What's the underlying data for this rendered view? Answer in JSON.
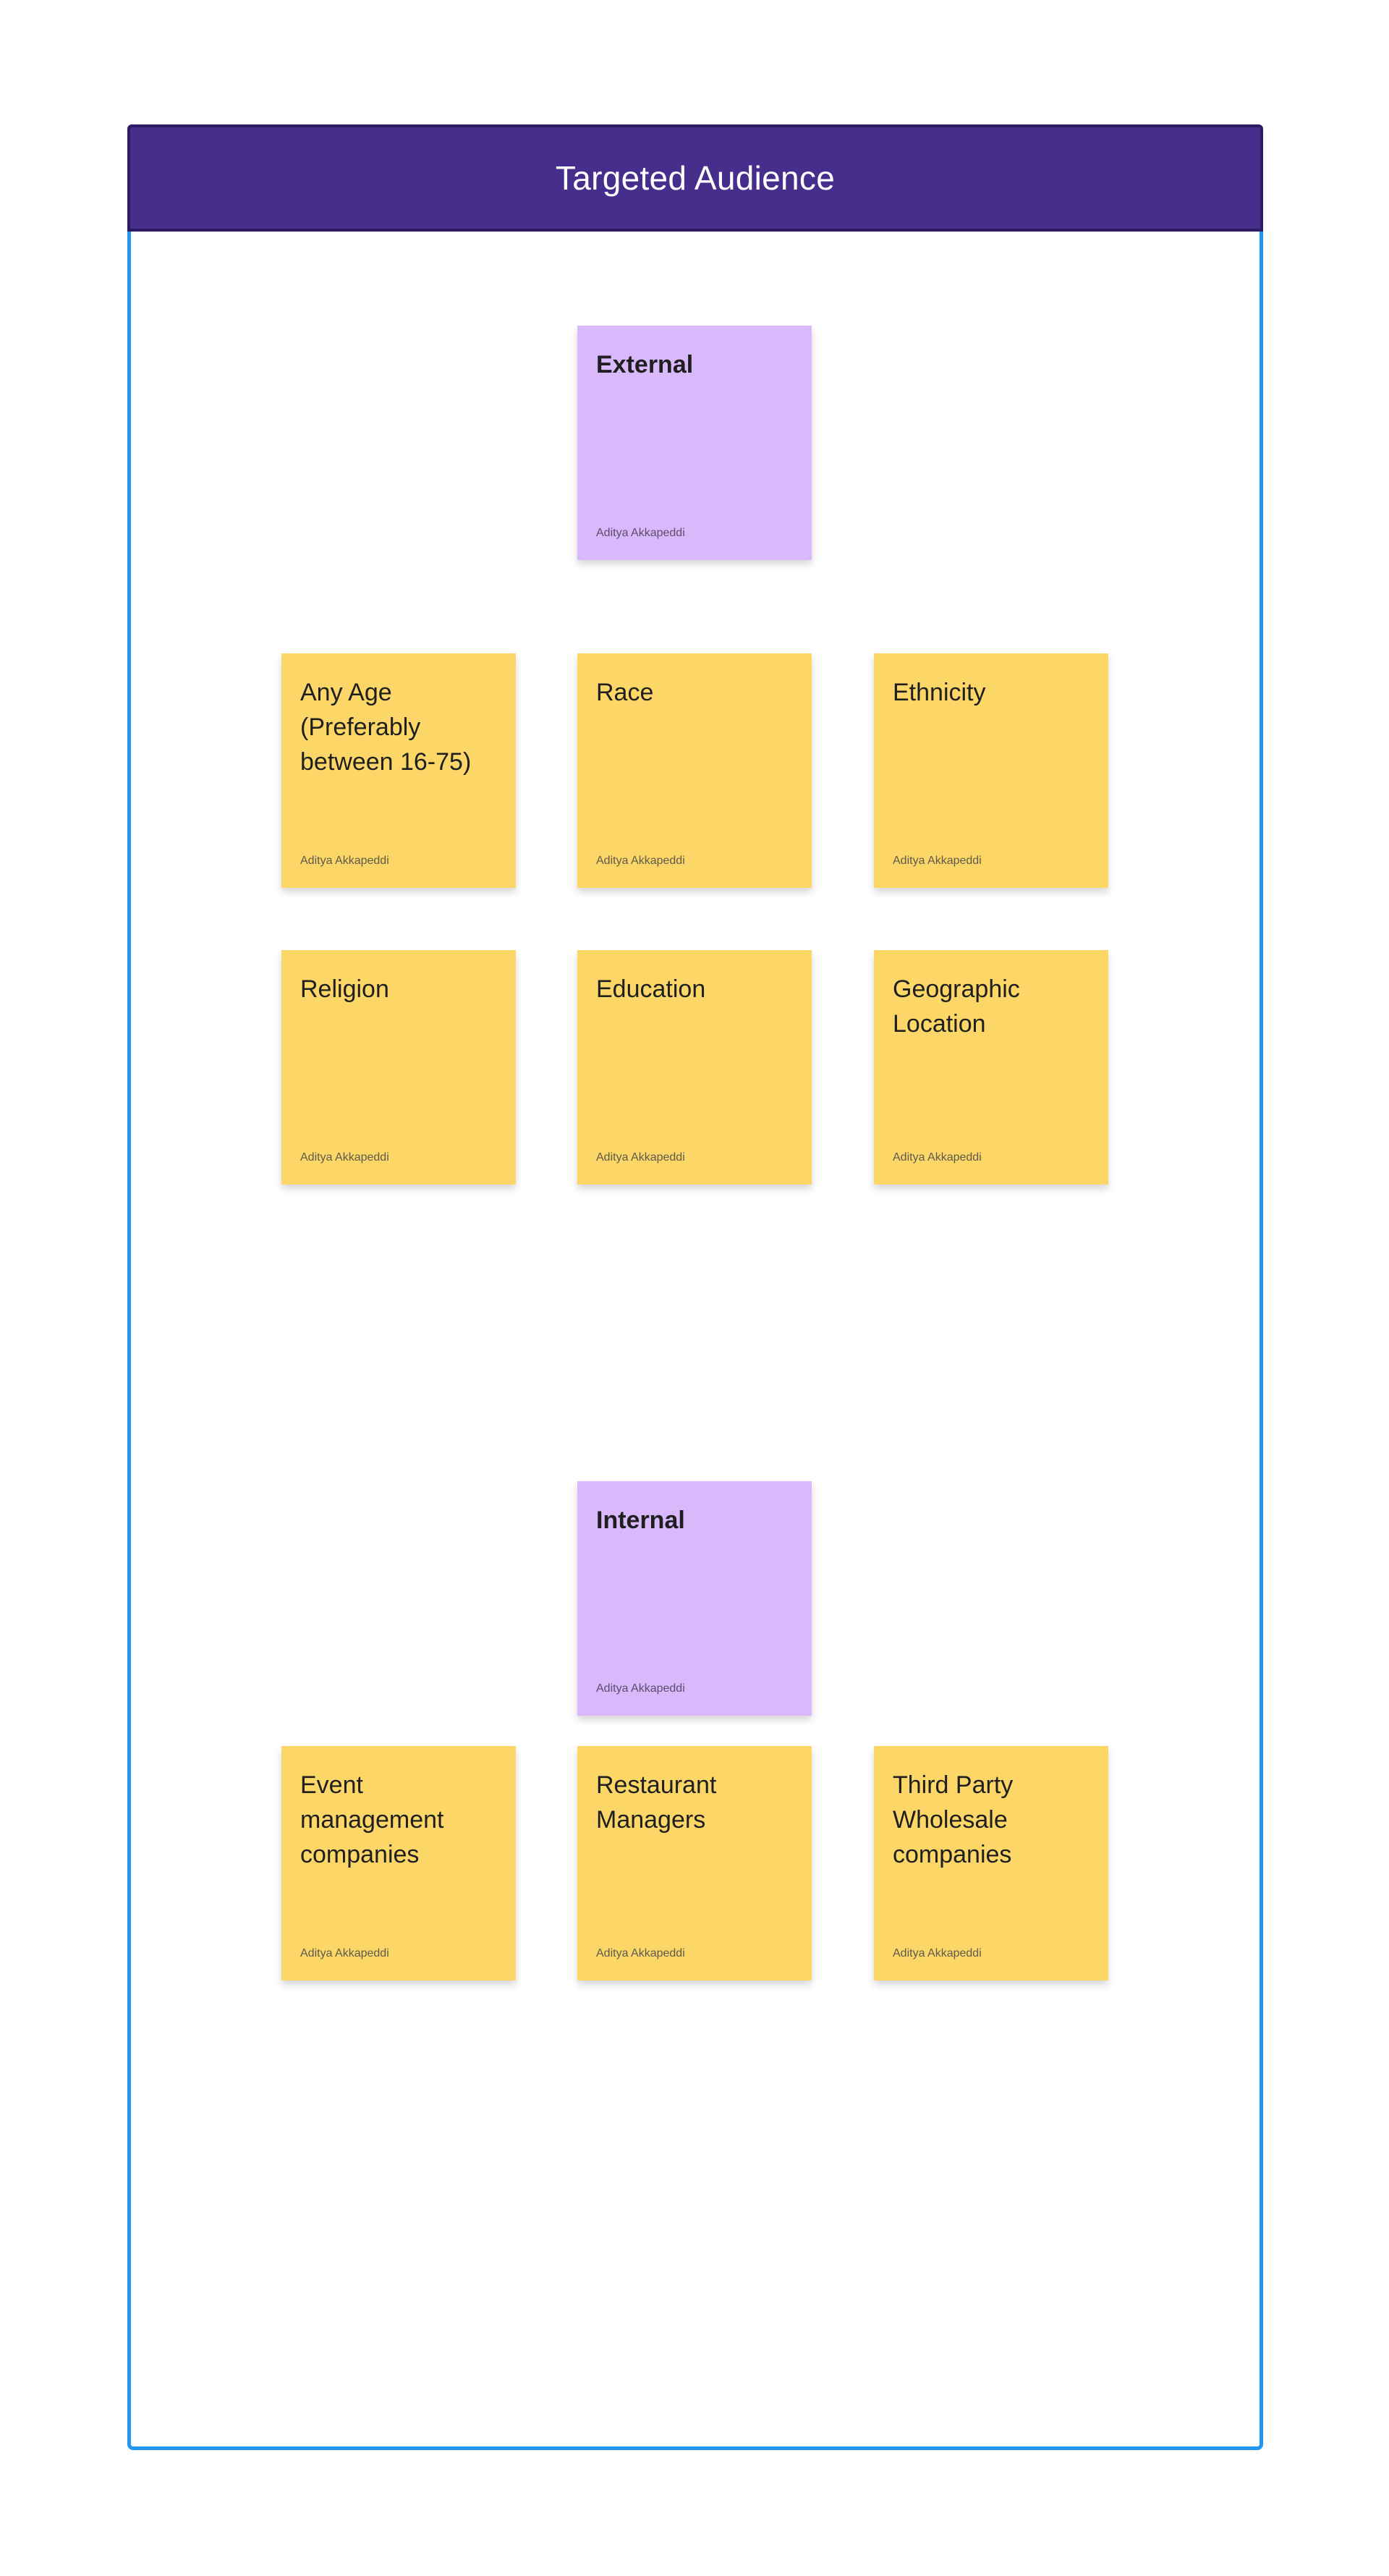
{
  "board": {
    "title": "Targeted Audience",
    "colors": {
      "frame_border": "#2196f3",
      "header_bg": "#472e8c",
      "sticky_yellow": "#fcd767",
      "sticky_purple": "#d9b8fc"
    }
  },
  "stickies": {
    "external": {
      "text": "External",
      "author": "Aditya Akkapeddi",
      "color": "purple"
    },
    "age": {
      "text": "Any Age (Preferably between 16-75)",
      "author": "Aditya Akkapeddi",
      "color": "yellow"
    },
    "race": {
      "text": "Race",
      "author": "Aditya Akkapeddi",
      "color": "yellow"
    },
    "ethnicity": {
      "text": "Ethnicity",
      "author": "Aditya Akkapeddi",
      "color": "yellow"
    },
    "religion": {
      "text": "Religion",
      "author": "Aditya Akkapeddi",
      "color": "yellow"
    },
    "education": {
      "text": "Education",
      "author": "Aditya Akkapeddi",
      "color": "yellow"
    },
    "geographic": {
      "text": "Geographic Location",
      "author": "Aditya Akkapeddi",
      "color": "yellow"
    },
    "internal": {
      "text": "Internal",
      "author": "Aditya Akkapeddi",
      "color": "purple"
    },
    "event_mgmt": {
      "text": "Event management companies",
      "author": "Aditya Akkapeddi",
      "color": "yellow"
    },
    "restaurant": {
      "text": "Restaurant Managers",
      "author": "Aditya Akkapeddi",
      "color": "yellow"
    },
    "wholesale": {
      "text": "Third Party Wholesale companies",
      "author": "Aditya Akkapeddi",
      "color": "yellow"
    }
  }
}
